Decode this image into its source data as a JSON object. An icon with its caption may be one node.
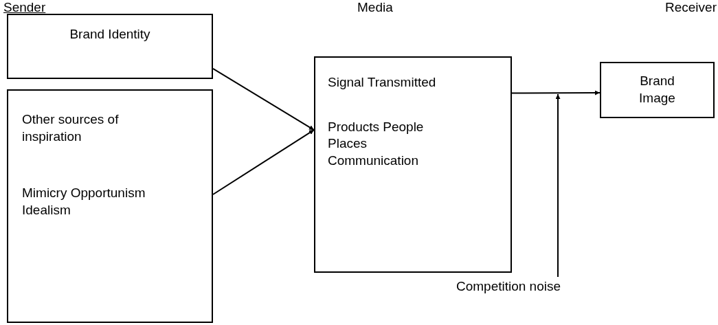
{
  "diagram": {
    "nodes": [
      {
        "text": [
          "Brand Identity"
        ]
      },
      {
        "text": [
          "Other sources of inspiration",
          "Mimicry Opportunism Idealism"
        ]
      },
      {
        "text": [
          "Signal Transmitted",
          "Products People Places Communication"
        ]
      },
      {
        "text": [
          "Brand Image"
        ]
      },
      {
        "text": [
          "Competition noise"
        ]
      }
    ],
    "edges": [
      {
        "from": 0,
        "to": 2,
        "arrow": "to"
      },
      {
        "from": 1,
        "to": 2,
        "arrow": "to"
      },
      {
        "from": 2,
        "to": 3,
        "arrow": "to"
      },
      {
        "from": 4,
        "to": null,
        "arrow": "to"
      }
    ],
    "labels": [
      "Sender",
      "Media",
      "Receiver"
    ]
  }
}
